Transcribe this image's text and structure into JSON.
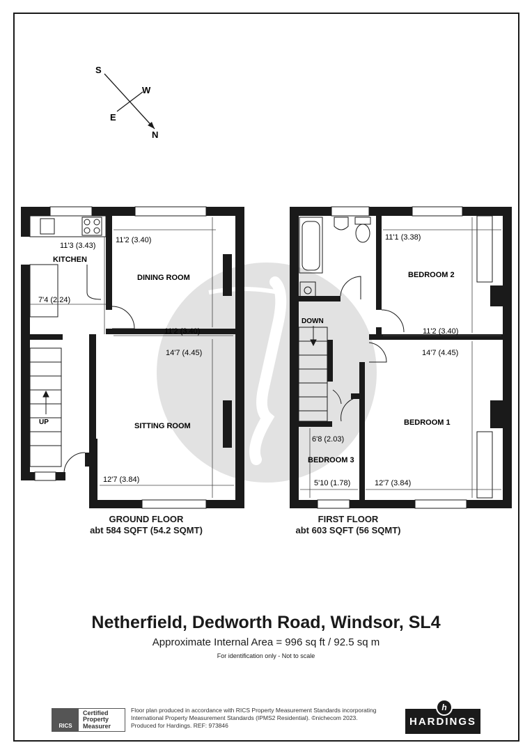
{
  "compass": {
    "s": "S",
    "w": "W",
    "e": "E",
    "n": "N"
  },
  "ground_floor": {
    "rooms": {
      "kitchen": "KITCHEN",
      "dining_room": "DINING ROOM",
      "sitting_room": "SITTING ROOM"
    },
    "dims": {
      "kitchen_width": "11'3 (3.43)",
      "kitchen_depth": "7'4 (2.24)",
      "dining_width": "11'2 (3.40)",
      "dining_depth": "11'2 (3.40)",
      "sitting_depth": "14'7 (4.45)",
      "sitting_width": "12'7 (3.84)"
    },
    "stairs_label": "UP",
    "label": "GROUND FLOOR",
    "area": "abt 584 SQFT (54.2 SQMT)"
  },
  "first_floor": {
    "rooms": {
      "bedroom_2": "BEDROOM 2",
      "bedroom_1": "BEDROOM 1",
      "bedroom_3": "BEDROOM 3"
    },
    "dims": {
      "bed2_width": "11'1 (3.38)",
      "bed2_depth": "11'2 (3.40)",
      "bed1_depth": "14'7 (4.45)",
      "bed1_width": "12'7 (3.84)",
      "bed3_depth": "6'8 (2.03)",
      "bed3_width": "5'10 (1.78)"
    },
    "stairs_label": "DOWN",
    "label": "FIRST FLOOR",
    "area": "abt 603 SQFT (56 SQMT)"
  },
  "address": "Netherfield, Dedworth Road, Windsor, SL4",
  "internal_area": "Approximate Internal Area = 996 sq ft / 92.5 sq m",
  "scale_note": "For identification only - Not to scale",
  "rics": {
    "short": "RICS",
    "line1": "Certified",
    "line2": "Property",
    "line3": "Measurer"
  },
  "footer": {
    "line1": "Floor plan produced in accordance with RICS Property Measurement Standards incorporating",
    "line2": "International Property Measurement Standards (IPMS2 Residential). ©nichecom 2023.",
    "line3": "Produced for Hardings.   REF:  973846"
  },
  "brand": {
    "name": "HARDINGS",
    "mark": "h"
  },
  "colors": {
    "wall": "#1a1a1a",
    "watermark": "#e2e2e2",
    "dim_line": "#444444"
  }
}
